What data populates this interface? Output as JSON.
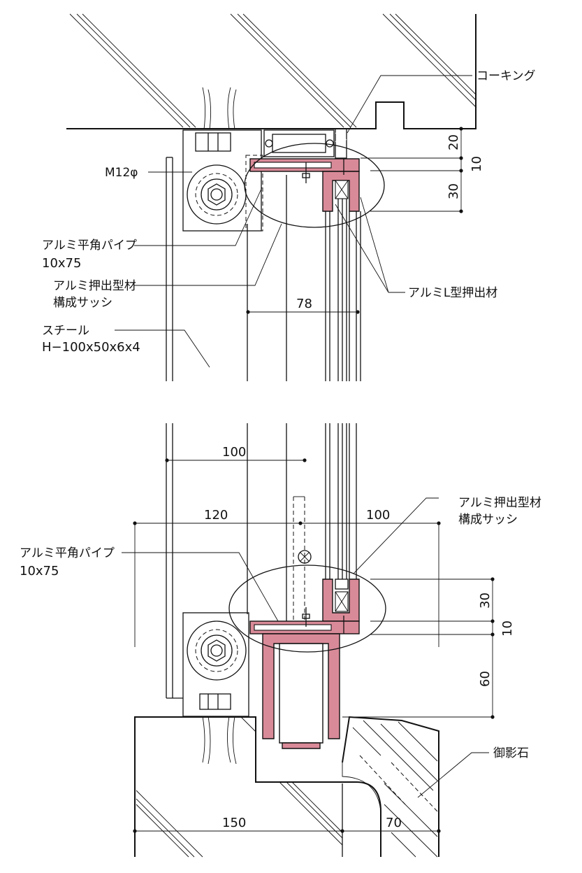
{
  "labels": {
    "caulking": "コーキング",
    "bolt": "M12φ",
    "alu_flat_pipe_top": "アルミ平角パイプ",
    "alu_flat_pipe_top_size": "10x75",
    "alu_extrusion_top": "アルミ押出型材",
    "alu_extrusion_top_sub": "構成サッシ",
    "steel": "スチール",
    "steel_size": "H−100x50x6x4",
    "alu_l_extrusion": "アルミL型押出材",
    "alu_extrusion_bottom": "アルミ押出型材",
    "alu_extrusion_bottom_sub": "構成サッシ",
    "alu_flat_pipe_bottom": "アルミ平角パイプ",
    "alu_flat_pipe_bottom_size": "10x75",
    "granite": "御影石"
  },
  "dimensions": {
    "top_20": "20",
    "top_10": "10",
    "top_30": "30",
    "top_78": "78",
    "bottom_100_left": "100",
    "bottom_120": "120",
    "bottom_100_right": "100",
    "bottom_30": "30",
    "bottom_10": "10",
    "bottom_60": "60",
    "bottom_150": "150",
    "bottom_70": "70"
  },
  "colors": {
    "section_fill": "#d98a98",
    "line": "#111111"
  }
}
